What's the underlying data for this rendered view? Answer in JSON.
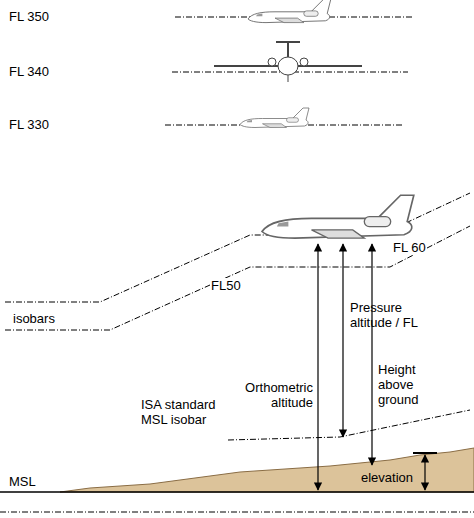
{
  "diagram": {
    "labels": [
      "FL 350",
      "FL 340",
      "FL 330",
      "FL 60",
      "FL50",
      "isobars",
      "Pressure altitude / FL",
      "Height above ground",
      "Orthometric altitude",
      "ISA standard MSL isobar",
      "MSL",
      "elevation"
    ]
  }
}
